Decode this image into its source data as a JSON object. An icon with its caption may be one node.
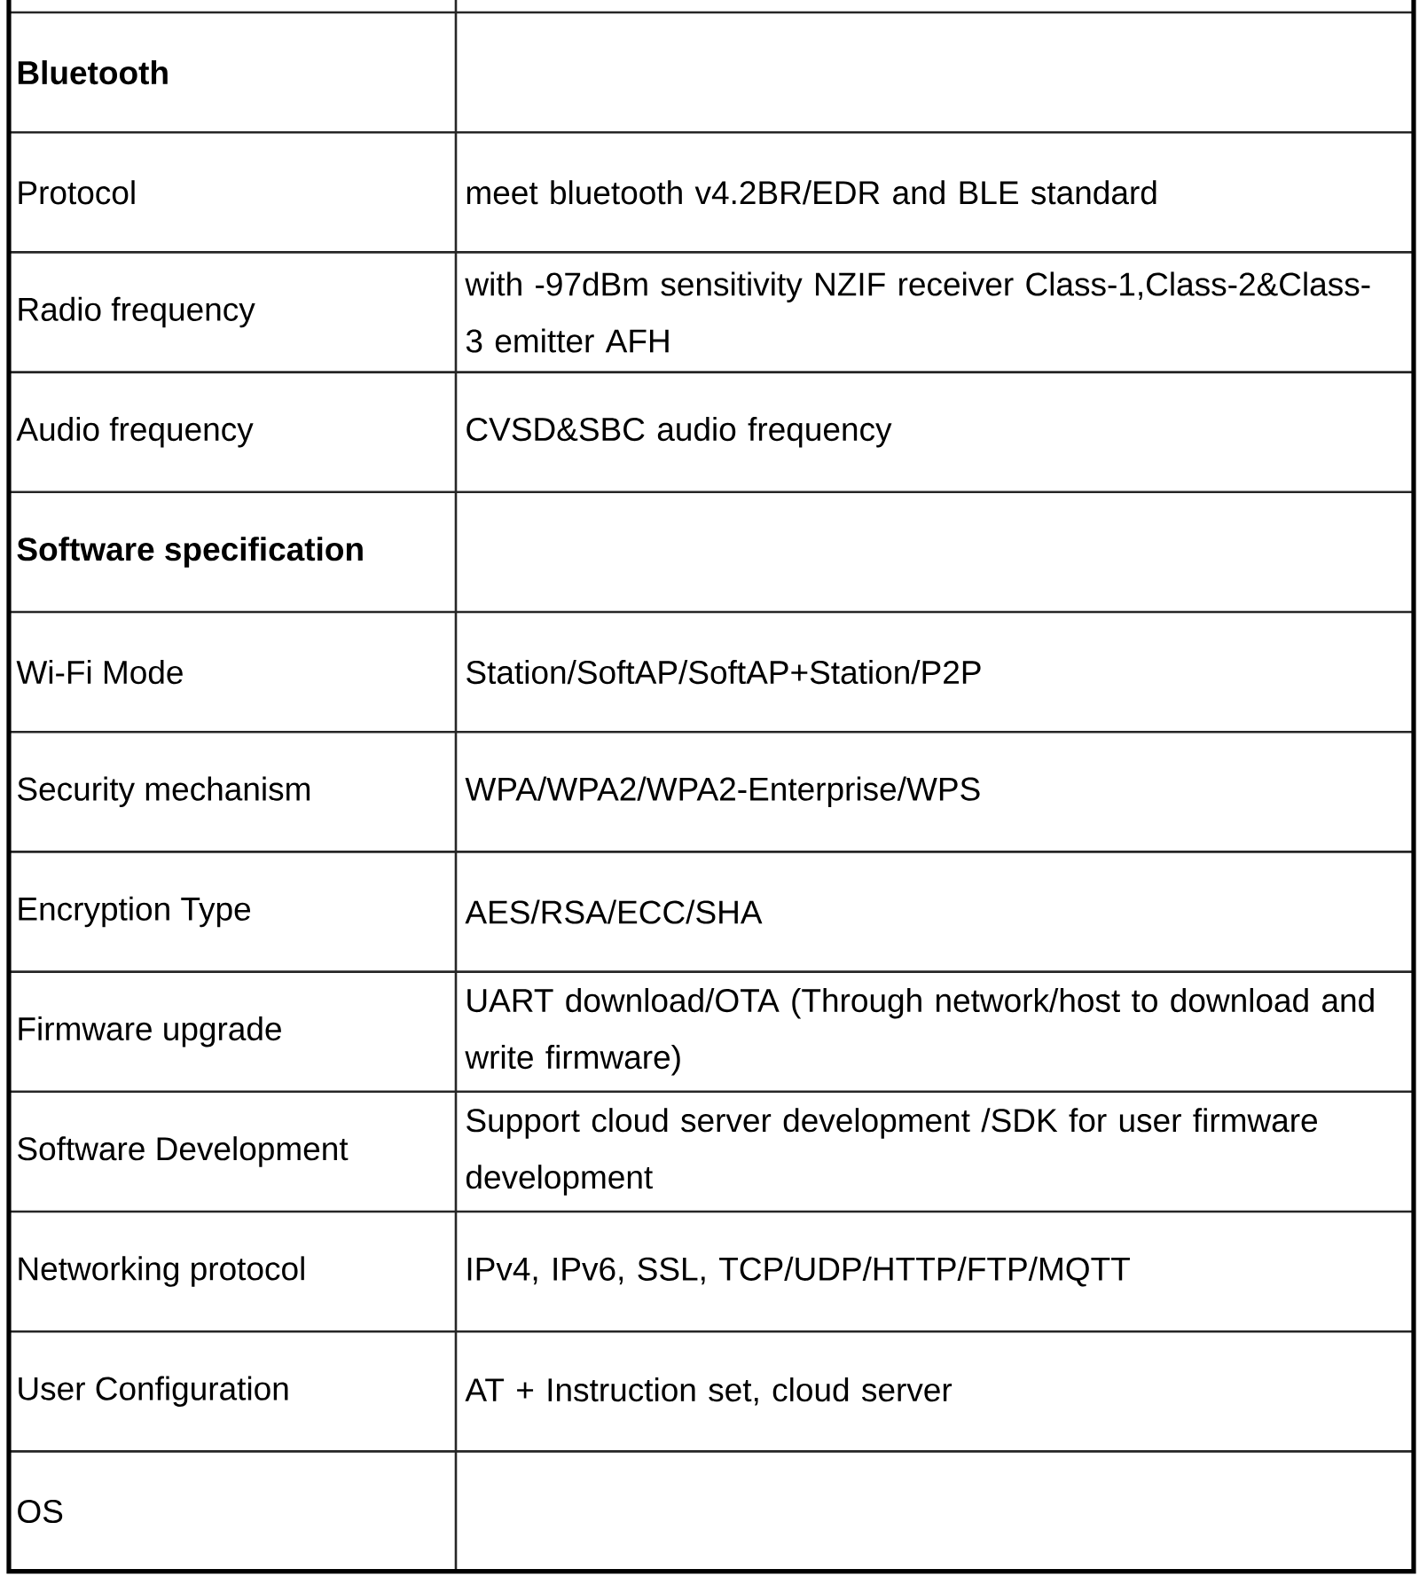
{
  "diagram": {
    "labels": [
      "Bluetooth",
      "Protocol",
      "meet bluetooth v4.2BR/EDR and BLE standard",
      "Radio frequency",
      "with -97dBm sensitivity NZIF receiver Class-1,Class-2&Class-3 emitter AFH",
      "Audio frequency",
      "CVSD&SBC audio frequency",
      "Software specification",
      "Wi-Fi Mode",
      "Station/SoftAP/SoftAP+Station/P2P",
      "Security mechanism",
      "WPA/WPA2/WPA2-Enterprise/WPS",
      "Encryption Type",
      "AES/RSA/ECC/SHA",
      "Firmware upgrade",
      "UART download/OTA (Through network/host to download and write firmware)",
      "Software Development",
      "Support cloud server development /SDK for user firmware development",
      "Networking protocol",
      "IPv4, IPv6, SSL, TCP/UDP/HTTP/FTP/MQTT",
      "User Configuration",
      "AT + Instruction set, cloud server",
      "OS"
    ]
  }
}
